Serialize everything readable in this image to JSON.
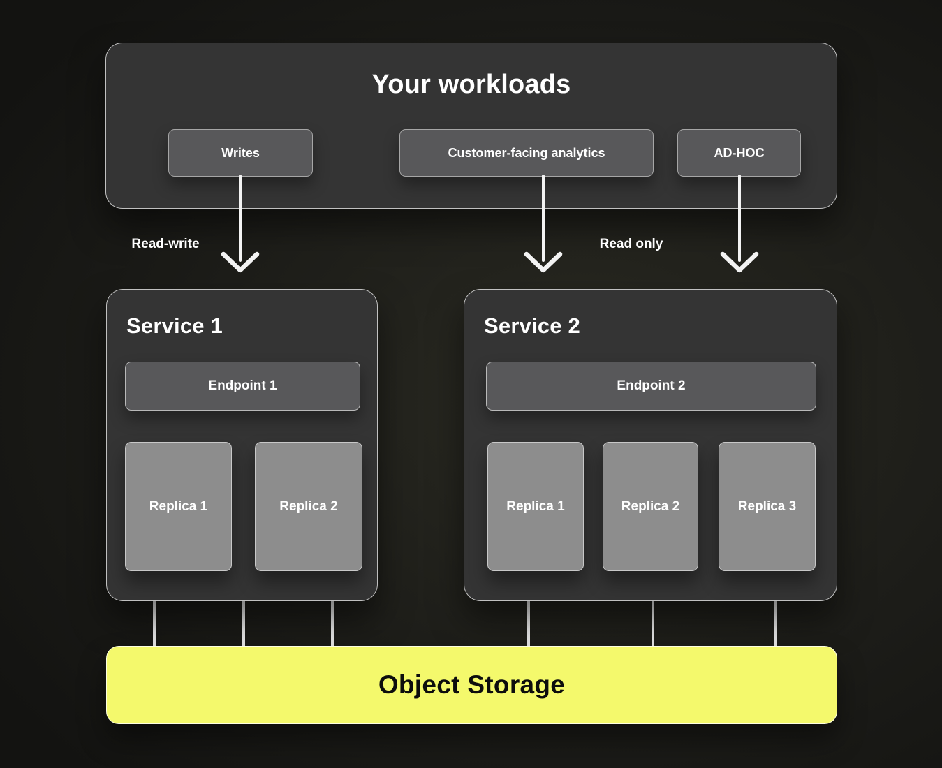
{
  "workloads": {
    "title": "Your workloads",
    "items": [
      {
        "label": "Writes"
      },
      {
        "label": "Customer-facing analytics"
      },
      {
        "label": "AD-HOC"
      }
    ]
  },
  "edges": {
    "left_label": "Read-write",
    "right_label": "Read only"
  },
  "services": [
    {
      "title": "Service 1",
      "endpoint": "Endpoint 1",
      "replicas": [
        "Replica 1",
        "Replica 2"
      ]
    },
    {
      "title": "Service 2",
      "endpoint": "Endpoint 2",
      "replicas": [
        "Replica 1",
        "Replica 2",
        "Replica 3"
      ]
    }
  ],
  "storage": {
    "label": "Object Storage"
  },
  "colors": {
    "background_center": "#2a2a22",
    "background_edge": "#131311",
    "panel": "#343434",
    "panel_border": "#dadada",
    "chip": "#58585a",
    "replica": "#8d8d8d",
    "storage_accent": "#f4f96c",
    "connector": "#f3f3f3",
    "text_light": "#ffffff",
    "text_dark": "#0d0d0d"
  }
}
